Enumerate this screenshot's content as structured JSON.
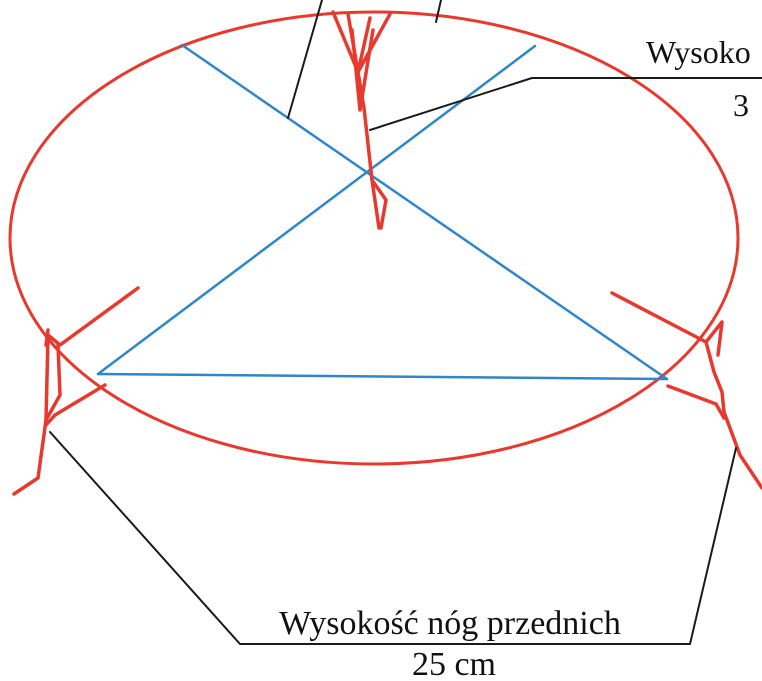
{
  "labels": {
    "back_legs_title_fragment": "Wysoko",
    "back_legs_value_fragment": "3",
    "front_legs_title": "Wysokość nóg przednich",
    "front_legs_value": "25 cm"
  },
  "colors": {
    "outline": "#e8392f",
    "bracing": "#2f86c8",
    "leader": "#1a1a1a",
    "text": "#111111",
    "background": "#ffffff"
  }
}
